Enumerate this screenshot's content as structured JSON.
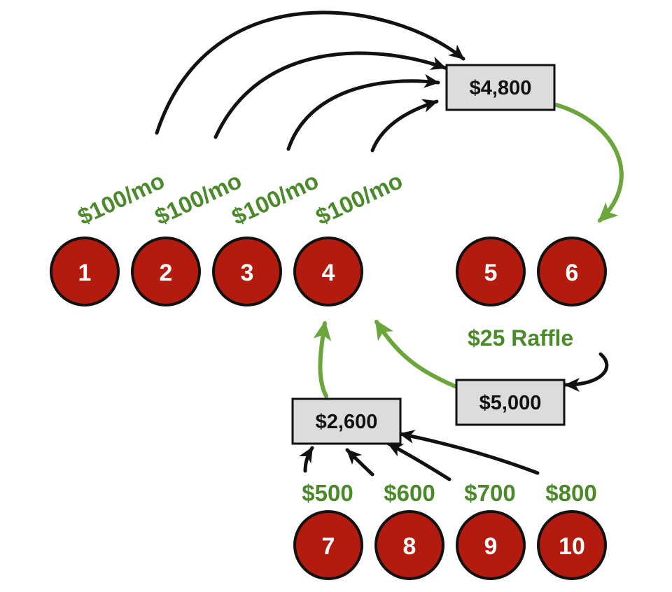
{
  "colors": {
    "node_fill": "#b31b0e",
    "node_stroke": "#111111",
    "box_fill": "#dcdcdc",
    "green_text": "#4a8a2a",
    "green_arrow": "#6aa63a",
    "black_arrow": "#111111"
  },
  "nodes": {
    "n1": "1",
    "n2": "2",
    "n3": "3",
    "n4": "4",
    "n5": "5",
    "n6": "6",
    "n7": "7",
    "n8": "8",
    "n9": "9",
    "n10": "10"
  },
  "boxes": {
    "top": "$4,800",
    "right": "$5,000",
    "bottom": "$2,600"
  },
  "labels": {
    "monthly_1": "$100/mo",
    "monthly_2": "$100/mo",
    "monthly_3": "$100/mo",
    "monthly_4": "$100/mo",
    "raffle": "$25 Raffle",
    "amount_7": "$500",
    "amount_8": "$600",
    "amount_9": "$700",
    "amount_10": "$800"
  }
}
